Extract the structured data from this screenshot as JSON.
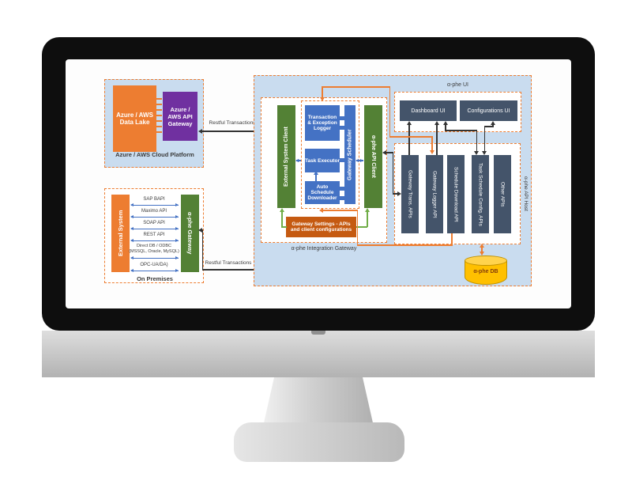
{
  "diagram": {
    "cloud": {
      "title": "Azure / AWS Cloud Platform",
      "data_lake": "Azure / AWS Data Lake",
      "api_gateway": "Azure / AWS API Gateway"
    },
    "on_premises": {
      "title": "On Premises",
      "external_system": "External System",
      "gateway": "α-phe Gateway",
      "protocols": [
        "SAP BAPI",
        "Maximo API",
        "SOAP API",
        "REST API",
        "Direct DB / ODBC (MSSQL, Oracle, MySQL)",
        "OPC-UA/DA)"
      ]
    },
    "connections": {
      "restful_top": "Restful Transactions",
      "restful_bottom": "Restful Transactions"
    },
    "integration_gateway": {
      "title": "α-phe Integration Gateway",
      "external_system_client": "External System Client",
      "transaction_logger": "Transaction & Exception Logger",
      "task_executor": "Task Executor",
      "auto_schedule_downloader": "Auto Schedule Downloader",
      "gateway_scheduler": "Gateway Scheduler",
      "api_client": "α-phe API Client",
      "gateway_settings": "Gateway Settings - APIs and client configurations"
    },
    "ui": {
      "title": "α-phe UI",
      "dashboard": "Dashboard UI",
      "configurations": "Configurations UI"
    },
    "api_host": {
      "title": "α-phe API Host",
      "apis": [
        "Gateway Trans. APIs",
        "Gateway Logger API",
        "Schedule Download API",
        "Task Schedule Config. APIs",
        "Other APIs"
      ]
    },
    "database": {
      "label": "α-phe DB"
    }
  },
  "colors": {
    "container_blue": "#C9DCEF",
    "orange": "#ED7D31",
    "purple": "#7030A0",
    "green": "#538135",
    "blue": "#4472C4",
    "slate": "#44546A",
    "rust": "#C55A11",
    "db_yellow": "#FFC000",
    "connector_black": "#333333",
    "connector_green": "#70AD47"
  }
}
